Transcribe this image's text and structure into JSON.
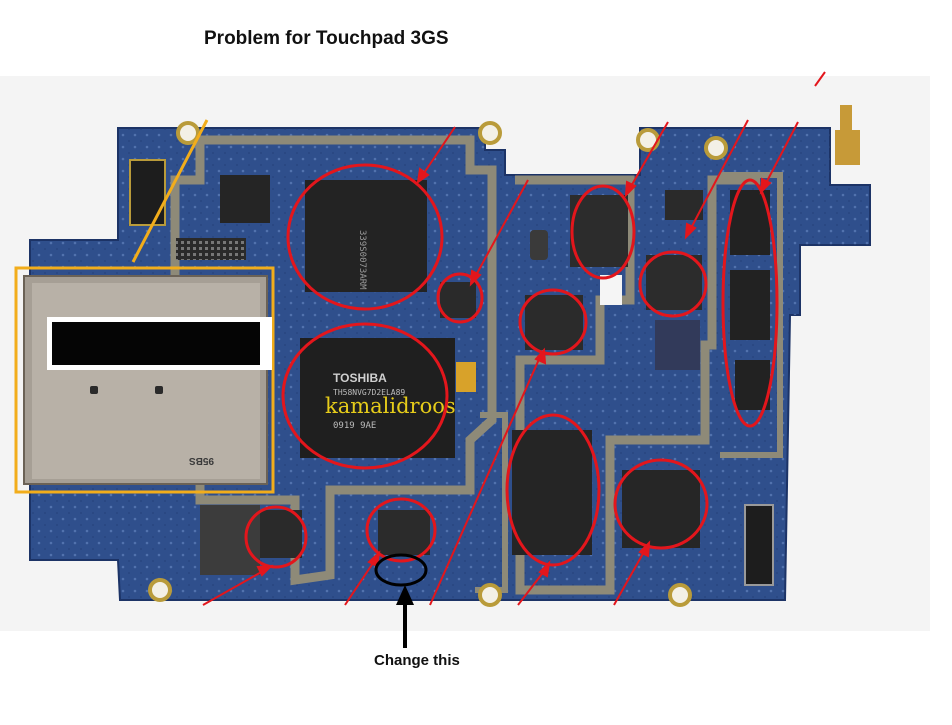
{
  "title": "Problem for Touchpad 3GS",
  "caption": "Change this",
  "watermark": "kamalidroos",
  "chip_labels": {
    "toshiba_brand": "TOSHIBA",
    "toshiba_line1": "TH58NVG7D2ELA89",
    "toshiba_line3": "0919 9AE",
    "sim_mark": "95BS"
  },
  "colors": {
    "board": "#2f4f8c",
    "annotation_red": "#e3161c",
    "sim_frame": "#f2ad1b",
    "arrow_black": "#000000"
  }
}
